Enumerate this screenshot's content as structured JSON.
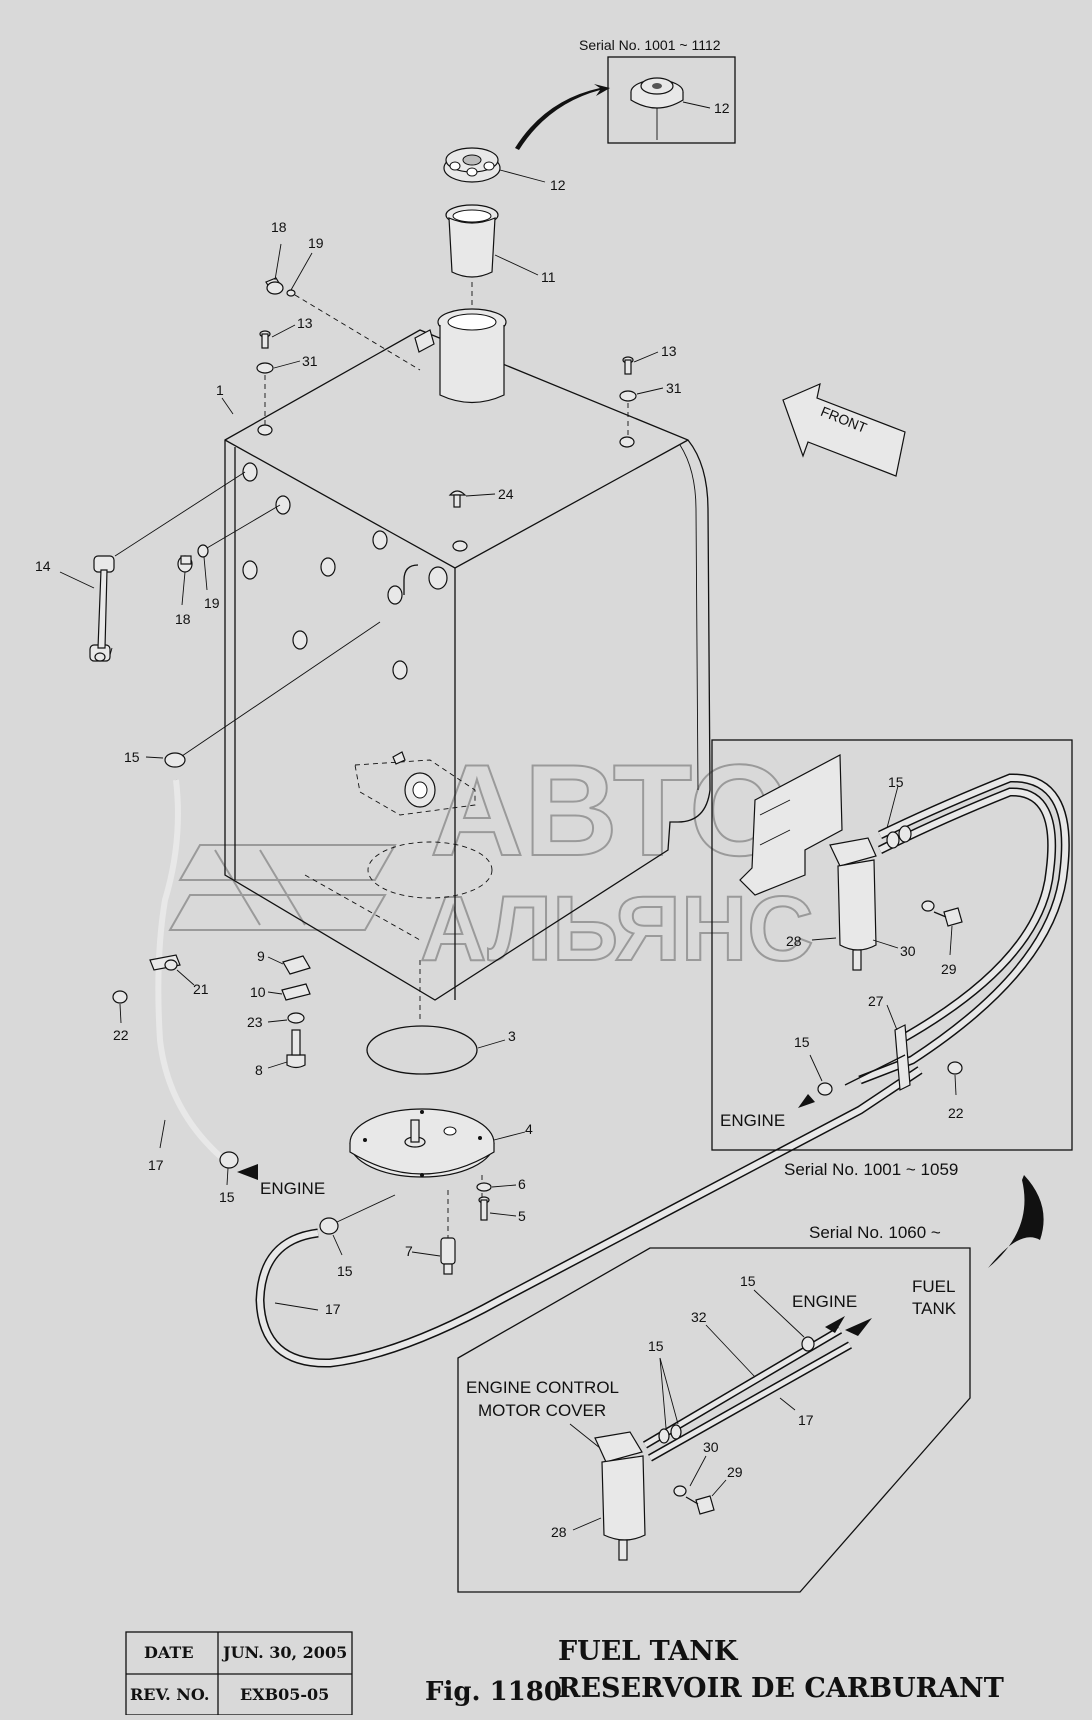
{
  "figure": {
    "number": "Fig. 1180",
    "title_en": "FUEL TANK",
    "title_fr": "RESERVOIR DE CARBURANT"
  },
  "revision_table": {
    "date_label": "DATE",
    "date_value": "JUN. 30, 2005",
    "rev_label": "REV. NO.",
    "rev_value": "EXB05-05"
  },
  "notes": {
    "serial_top": "Serial No. 1001 ~ 1112",
    "serial_mid": "Serial No. 1001 ~ 1059",
    "serial_bottom": "Serial No. 1060 ~",
    "front": "FRONT",
    "engine": "ENGINE",
    "fuel_tank_line1": "FUEL",
    "fuel_tank_line2": "TANK",
    "engine_control_line1": "ENGINE CONTROL",
    "engine_control_line2": "MOTOR COVER"
  },
  "watermark": {
    "line1": "АВТО",
    "line2": "АЛЬЯНС"
  },
  "callouts": {
    "p1": "1",
    "p3": "3",
    "p4": "4",
    "p5": "5",
    "p6": "6",
    "p7": "7",
    "p8": "8",
    "p9": "9",
    "p10": "10",
    "p11": "11",
    "p12": "12",
    "p13": "13",
    "p14": "14",
    "p15": "15",
    "p17": "17",
    "p18": "18",
    "p19": "19",
    "p21": "21",
    "p22": "22",
    "p23": "23",
    "p24": "24",
    "p27": "27",
    "p28": "28",
    "p29": "29",
    "p30": "30",
    "p31": "31",
    "p32": "32"
  }
}
